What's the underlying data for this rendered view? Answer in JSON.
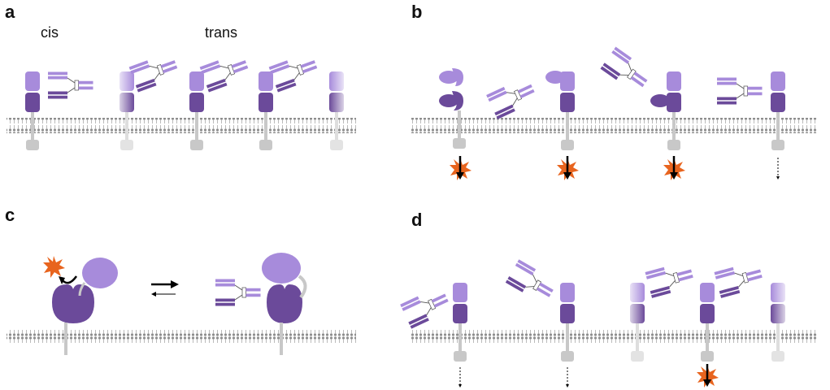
{
  "panels": {
    "a": {
      "letter": "a",
      "cis_label": "cis",
      "trans_label": "trans"
    },
    "b": {
      "letter": "b"
    },
    "c": {
      "letter": "c"
    },
    "d": {
      "letter": "d"
    }
  },
  "colors": {
    "light_purple": "#a78bdb",
    "dark_purple": "#6b4a9a",
    "membrane": "#9a9a9a",
    "stalk": "#c8c8c8",
    "star": "#e8641e",
    "arrow": "#000000"
  },
  "icons": [
    "antibody-icon",
    "receptor-icon",
    "signal-star-icon",
    "signal-arrow-icon",
    "equilibrium-arrows-icon"
  ]
}
